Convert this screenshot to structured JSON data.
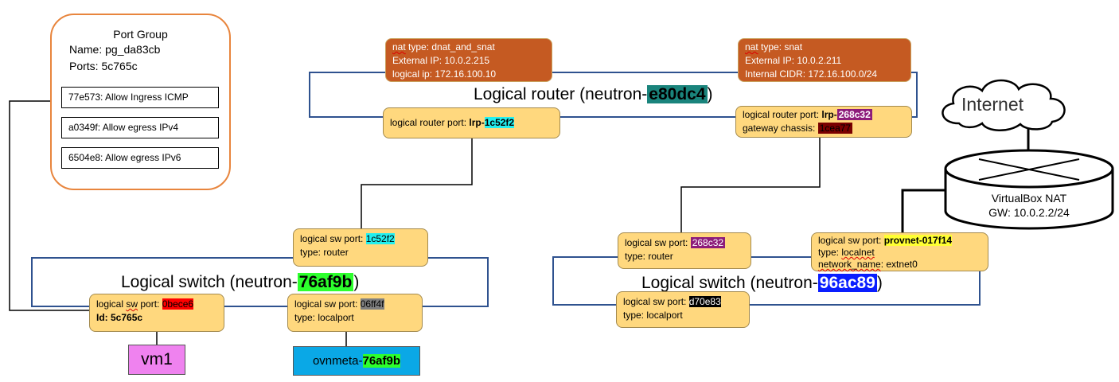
{
  "port_group": {
    "title": "Port Group",
    "name_line": "Name:  pg_da83cb",
    "ports_line": "Ports: 5c765c",
    "rules": [
      "77e573: Allow Ingress ICMP",
      "a0349f: Allow egress IPv4",
      "6504e8: Allow egress IPv6"
    ]
  },
  "router": {
    "label_prefix": "Logical router (neutron-",
    "label_id": "e80dc4",
    "label_suffix": ")",
    "nat1": {
      "type_label": "nat",
      "type_rest": " type: dnat_and_snat",
      "external_ip": "External IP: 10.0.2.215",
      "logical_ip": "logical ip: 172.16.100.10"
    },
    "nat2": {
      "type_label": "nat",
      "type_rest": " type: snat",
      "external_ip": "External IP: 10.0.2.211",
      "internal_cidr": "Internal CIDR: 172.16.100.0/24"
    },
    "port1": {
      "prefix": "logical router port: ",
      "lrp": "lrp-",
      "id": "1c52f2"
    },
    "port2": {
      "prefix": "logical router port: ",
      "lrp": "lrp-",
      "id": "268c32",
      "gw_prefix": "gateway chassis: ",
      "gw_id": "1cea77"
    }
  },
  "switch1": {
    "label_prefix": "Logical switch (neutron-",
    "label_id": "76af9b",
    "label_suffix": ")",
    "router_port": {
      "prefix": "logical sw port: ",
      "id": "1c52f2",
      "type": "type: router"
    },
    "vm_port": {
      "prefix_a": "logical ",
      "prefix_sw": "sw",
      "prefix_b": " port: ",
      "id": "0bece6",
      "id_label": "Id: ",
      "id_value": "5c765c"
    },
    "local_port": {
      "prefix": "logical sw port: ",
      "id": "06ff4f",
      "type": "type: localport"
    }
  },
  "switch2": {
    "label_prefix": "Logical switch (neutron-",
    "label_id": "96ac89",
    "label_suffix": ")",
    "router_port": {
      "prefix": "logical sw port: ",
      "id": "268c32",
      "type": "type: router"
    },
    "provnet_port": {
      "prefix": "logical sw port: ",
      "id": "provnet-017f14",
      "type_prefix": "type: ",
      "type_value": "localnet",
      "network_prefix": "network_name",
      "network_value": ": extnet0"
    },
    "local_port": {
      "prefix": "logical sw port: ",
      "id": "d70e83",
      "type": "type: localport"
    }
  },
  "vm1": "vm1",
  "ovnmeta": {
    "prefix": "ovnmeta-",
    "id": "76af9b"
  },
  "internet": "Internet",
  "nat_router": {
    "line1": "VirtualBox NAT",
    "line2": "GW: 10.0.2.2/24"
  },
  "colors": {
    "nat_box": "#c55a22",
    "port_box": "#ffd87e",
    "container_border": "#2f528f",
    "port_group_border": "#e8853d",
    "vm": "#ef82ef",
    "ovnmeta": "#0aa8e6"
  }
}
